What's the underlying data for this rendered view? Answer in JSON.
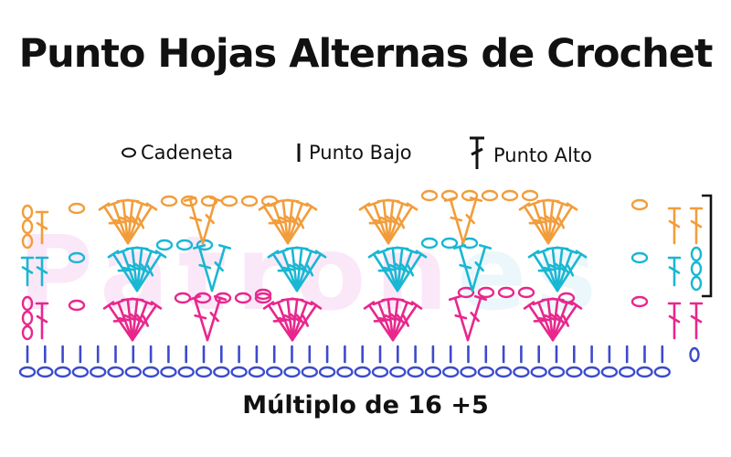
{
  "title": "Punto Hojas Alternas de Crochet",
  "legend": {
    "chain": "Cadeneta",
    "single_crochet": "Punto Bajo",
    "double_crochet": "Punto Alto"
  },
  "footer": "Múltiplo de 16 +5",
  "watermark": {
    "part1": "Patron",
    "part2": "es"
  },
  "colors": {
    "text": "#111111",
    "base_chain": "#3c4bcc",
    "base_row": "#3c4bcc",
    "row_pink": "#e8278c",
    "row_cyan": "#19b7d3",
    "row_orange": "#f29d3b",
    "repeat_bracket": "#111111"
  },
  "icons": [
    "chain-oval-icon",
    "single-crochet-bar-icon",
    "double-crochet-t-icon",
    "repeat-bracket-icon"
  ]
}
